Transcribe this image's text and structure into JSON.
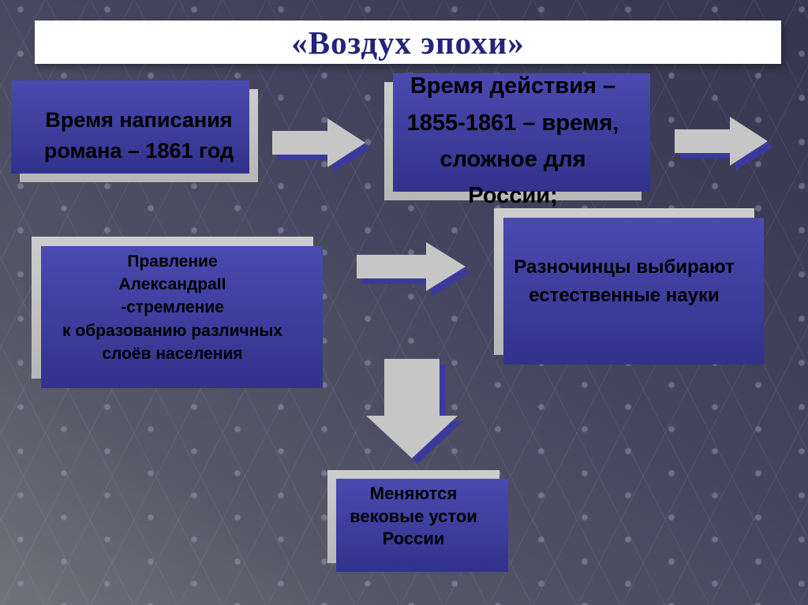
{
  "slide": {
    "title": "«Воздух эпохи»"
  },
  "colors": {
    "background": "#46465f",
    "box_gray": "#c6c6c6",
    "extrusion_blue": "#3a3a9c",
    "title_text": "#23237a",
    "box_text": "#000000"
  },
  "boxes": {
    "writing_time": {
      "lines": [
        "Время написания",
        "романа – 1861 год"
      ]
    },
    "action_time": {
      "lines": [
        "Время действия –",
        "1855-1861 – время,",
        "сложное для России;"
      ]
    },
    "reign": {
      "lines": [
        "Правление",
        "АлександраII",
        "-стремление",
        "к образованию различных",
        "слоёв населения"
      ]
    },
    "raznochintsy": {
      "lines": [
        "Разночинцы выбирают",
        "естественные науки"
      ]
    },
    "foundations": {
      "lines": [
        "Меняются",
        "вековые устои",
        "России"
      ]
    }
  }
}
